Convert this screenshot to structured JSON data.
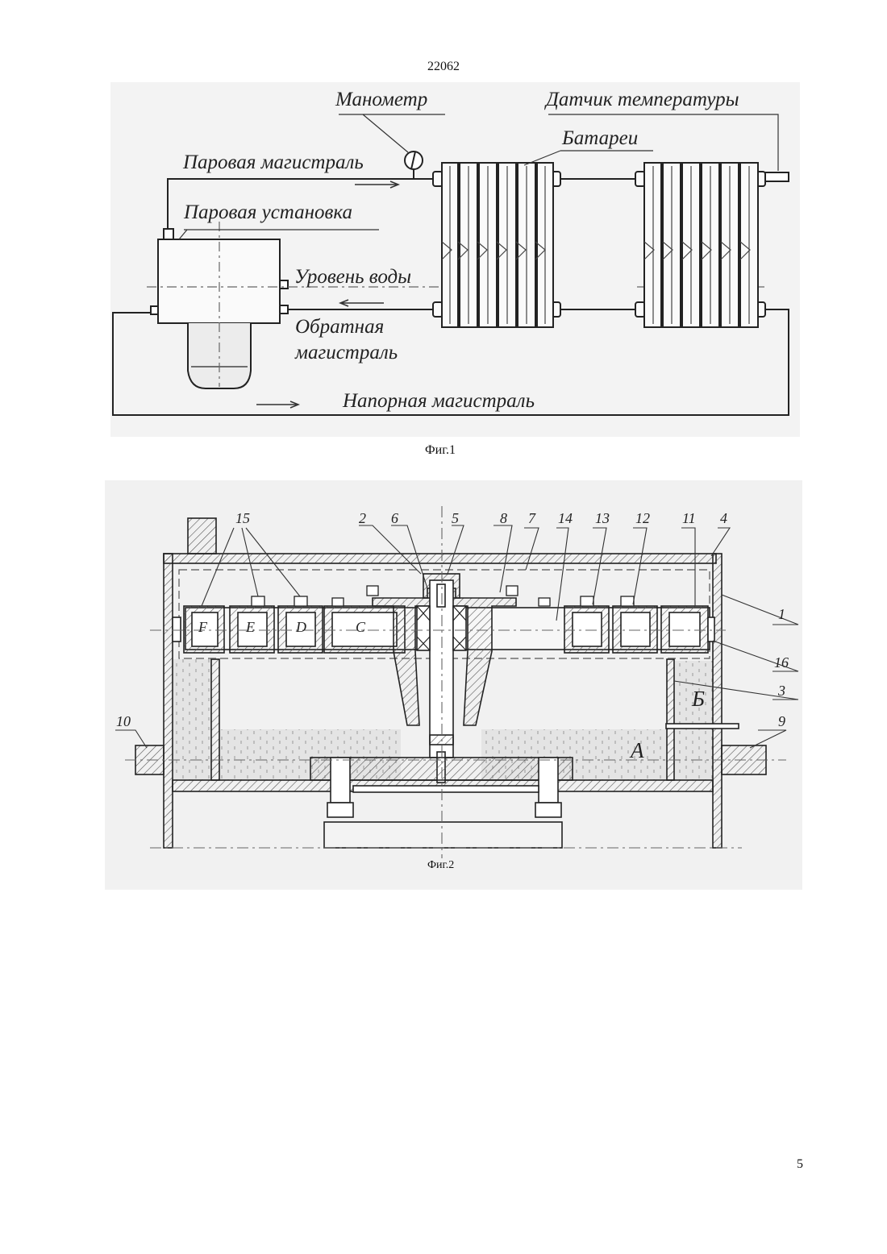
{
  "page": {
    "number_top": "22062",
    "number_bottom": "5"
  },
  "fig1": {
    "caption": "Фиг.1",
    "labels": {
      "manometer": "Манометр",
      "temp_sensor": "Датчик температуры",
      "batteries": "Батареи",
      "steam_line": "Паровая магистраль",
      "steam_unit": "Паровая установка",
      "water_level": "Уровень воды",
      "return_line_1": "Обратная",
      "return_line_2": "магистраль",
      "pressure_line": "Напорная магистраль"
    }
  },
  "fig2": {
    "caption": "Фиг.2",
    "callouts": [
      "15",
      "2",
      "6",
      "5",
      "8",
      "7",
      "14",
      "13",
      "12",
      "11",
      "4",
      "1",
      "16",
      "3",
      "9",
      "10"
    ],
    "section_letters": [
      "F",
      "E",
      "D",
      "C"
    ],
    "zones": {
      "a": "А",
      "b": "Б"
    }
  }
}
